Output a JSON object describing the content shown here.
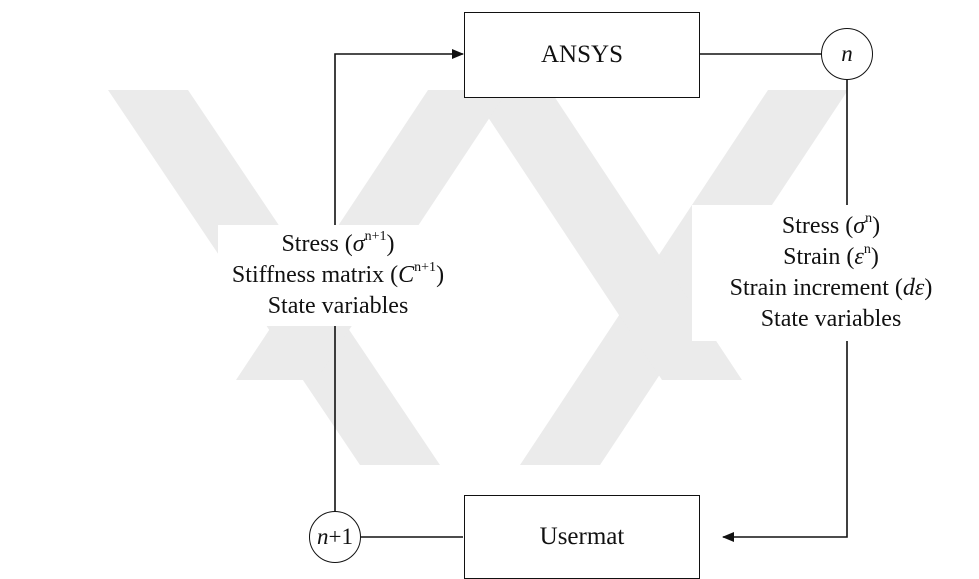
{
  "diagram": {
    "nodes": {
      "ansys": {
        "label": "ANSYS"
      },
      "usermat": {
        "label": "Usermat"
      },
      "step_n": {
        "label": "n"
      },
      "step_n_plus_1": {
        "var": "n",
        "suffix": "+1"
      }
    },
    "inputs_to_usermat": {
      "line1": {
        "prefix": "Stress (",
        "symbol": "σ",
        "sup": "n",
        "suffix": ")"
      },
      "line2": {
        "prefix": "Strain (",
        "symbol": "ε",
        "sup": "n",
        "suffix": ")"
      },
      "line3": {
        "prefix": "Strain increment (",
        "symbol": "dε",
        "suffix": ")"
      },
      "line4": {
        "text": "State variables"
      }
    },
    "outputs_to_ansys": {
      "line1": {
        "prefix": "Stress (",
        "symbol": "σ",
        "sup": "n+1",
        "suffix": ")"
      },
      "line2": {
        "prefix": "Stiffness matrix (",
        "symbol": "C",
        "sup": "n+1",
        "suffix": ")"
      },
      "line3": {
        "text": "State variables"
      }
    }
  },
  "colors": {
    "stroke": "#111111",
    "background": "#ffffff",
    "watermark": "#ebebeb"
  }
}
